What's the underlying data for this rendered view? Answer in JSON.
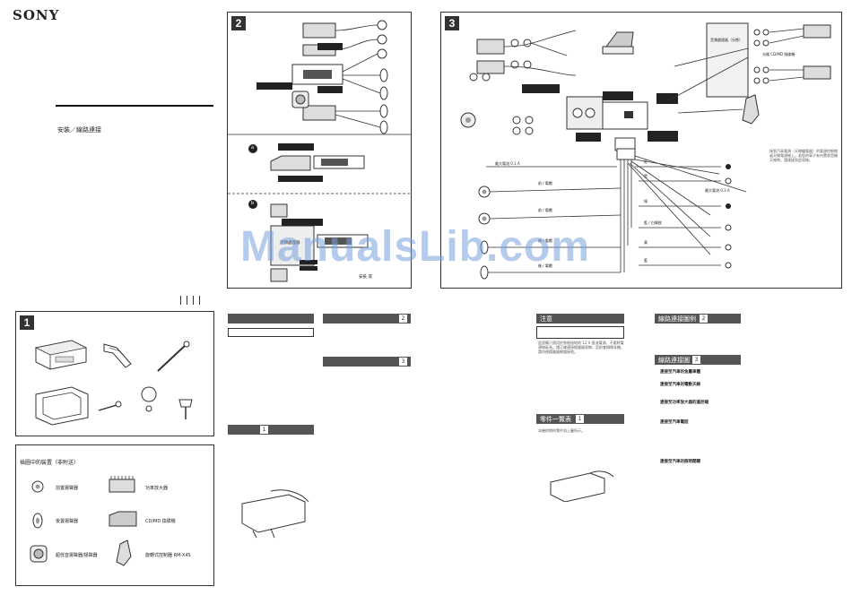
{
  "brand": "SONY",
  "doc_subtitle": "安裝／線路連接",
  "panel2": {
    "number": "2",
    "sub_a": "a",
    "sub_b": "b",
    "panel_b_box_label": "音頻處理器",
    "panel_b_bottom_note": "安裝 或"
  },
  "panel3": {
    "number": "3",
    "amp_box_label": "音頻處理器（另售）",
    "cd_changer_label": "光碟 CD/MD 換碟機",
    "wire_labels": [
      "前 / 電纜",
      "前 / 電纜",
      "後 / 電纜",
      "後 / 電纜",
      "紅",
      "黑",
      "綠",
      "藍 / 白條紋",
      "黃",
      "藍"
    ],
    "side_notes": [
      "最大電流 0.1 A",
      "最大電流 0.3 A"
    ],
    "right_text": "接到汽車電源（天線繼電器）的電源控制線或天線電源線上。若您的車子有內置收音機天線時，請連接到此導線。"
  },
  "panel1": {
    "number": "1",
    "parts_header": "",
    "legend_title": "插圖中的裝置（非附送）",
    "legend": [
      {
        "name": "前置揚聲器"
      },
      {
        "name": "功率放大器"
      },
      {
        "name": "後置揚聲器"
      },
      {
        "name": "CD/MD 換碟機"
      },
      {
        "name": "超低音揚聲器/揚聲器"
      },
      {
        "name": "旋轉式控制器 RM-X4S"
      }
    ]
  },
  "middle": {
    "header_left": "",
    "header_2": "2",
    "header_3": "3",
    "header_1": "1"
  },
  "right_col": {
    "caution_title": "注意",
    "caution_text": "此設備只適用於負極接地的 12 V 直流電源。不要將電源線延長。請正確連接揚聲器導線，否則會損壞本機。請勿使揚聲器線路接地。",
    "parts_title": "零件一覽表",
    "parts_number": "1",
    "parts_text": "本機附帶的零件如上圖所示。",
    "diagram2_title": "線路連接圖例",
    "diagram2_number": "2",
    "diagram3_title": "線路連接圖",
    "diagram3_number": "3",
    "diagram3_items": [
      "連接至汽車的金屬車體",
      "連接至汽車的電動天線",
      "連接至功率放大器的遙控端",
      "連接至汽車電話",
      "連接至汽車的照明開關"
    ]
  },
  "watermark": "ManualsLib.com"
}
